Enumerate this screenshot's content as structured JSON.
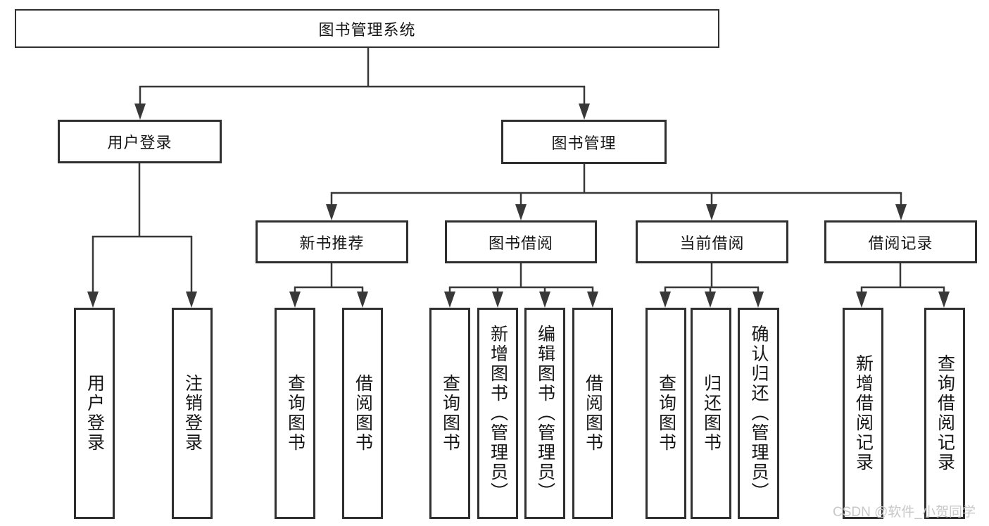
{
  "colors": {
    "box_border": "#2f2f2f",
    "connector": "#383838",
    "text": "#151515",
    "watermark": "#c8c8c8",
    "background": "#ffffff"
  },
  "nodes": {
    "root": {
      "label": "图书管理系统"
    },
    "level2": [
      {
        "label": "用户登录"
      },
      {
        "label": "图书管理"
      }
    ],
    "level3": [
      {
        "label": "新书推荐"
      },
      {
        "label": "图书借阅"
      },
      {
        "label": "当前借阅"
      },
      {
        "label": "借阅记录"
      }
    ],
    "leaf_groups": [
      {
        "parent": "用户登录",
        "items": [
          {
            "label": "用户登录"
          },
          {
            "label": "注销登录"
          }
        ]
      },
      {
        "parent": "新书推荐",
        "items": [
          {
            "label": "查询图书"
          },
          {
            "label": "借阅图书"
          }
        ]
      },
      {
        "parent": "图书借阅",
        "items": [
          {
            "label": "查询图书"
          },
          {
            "label": "新增图书（管理员）"
          },
          {
            "label": "编辑图书（管理员）"
          },
          {
            "label": "借阅图书"
          }
        ]
      },
      {
        "parent": "当前借阅",
        "items": [
          {
            "label": "查询图书"
          },
          {
            "label": "归还图书"
          },
          {
            "label": "确认归还（管理员）"
          }
        ]
      },
      {
        "parent": "借阅记录",
        "items": [
          {
            "label": "新增借阅记录"
          },
          {
            "label": "查询借阅记录"
          }
        ]
      }
    ]
  },
  "watermark": {
    "text": "CSDN @软件_小贺同学"
  }
}
